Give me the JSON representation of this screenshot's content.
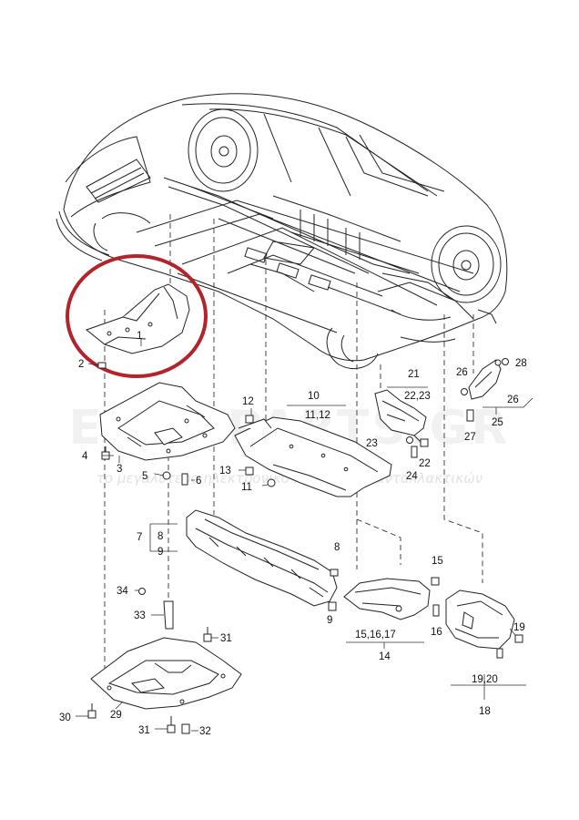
{
  "watermark": {
    "brand": "EUROPARTS.GR",
    "tagline": "το μεγαλύτερο ηλεκτρονικό κατάστημα ανταλλακτικών"
  },
  "highlight": {
    "color": "#b4232a",
    "part": "1"
  },
  "callouts": {
    "c1": "1",
    "c2": "2",
    "c3": "3",
    "c4": "4",
    "c5": "5",
    "c6": "6",
    "c7": "7",
    "c8a": "8",
    "c9a": "9",
    "c8b": "8",
    "c9b": "9",
    "c10": "10",
    "c11_12": "11,12",
    "c11": "11",
    "c12": "12",
    "c13": "13",
    "c14": "14",
    "c15": "15",
    "c15_16_17": "15,16,17",
    "c16": "16",
    "c18": "18",
    "c19": "19",
    "c19_20": "19,20",
    "c21": "21",
    "c22_23": "22,23",
    "c22": "22",
    "c23": "23",
    "c24": "24",
    "c25": "25",
    "c26a": "26",
    "c26b": "26",
    "c27": "27",
    "c28": "28",
    "c29": "29",
    "c30": "30",
    "c31a": "31",
    "c31b": "31",
    "c32": "32",
    "c33": "33",
    "c34": "34"
  }
}
